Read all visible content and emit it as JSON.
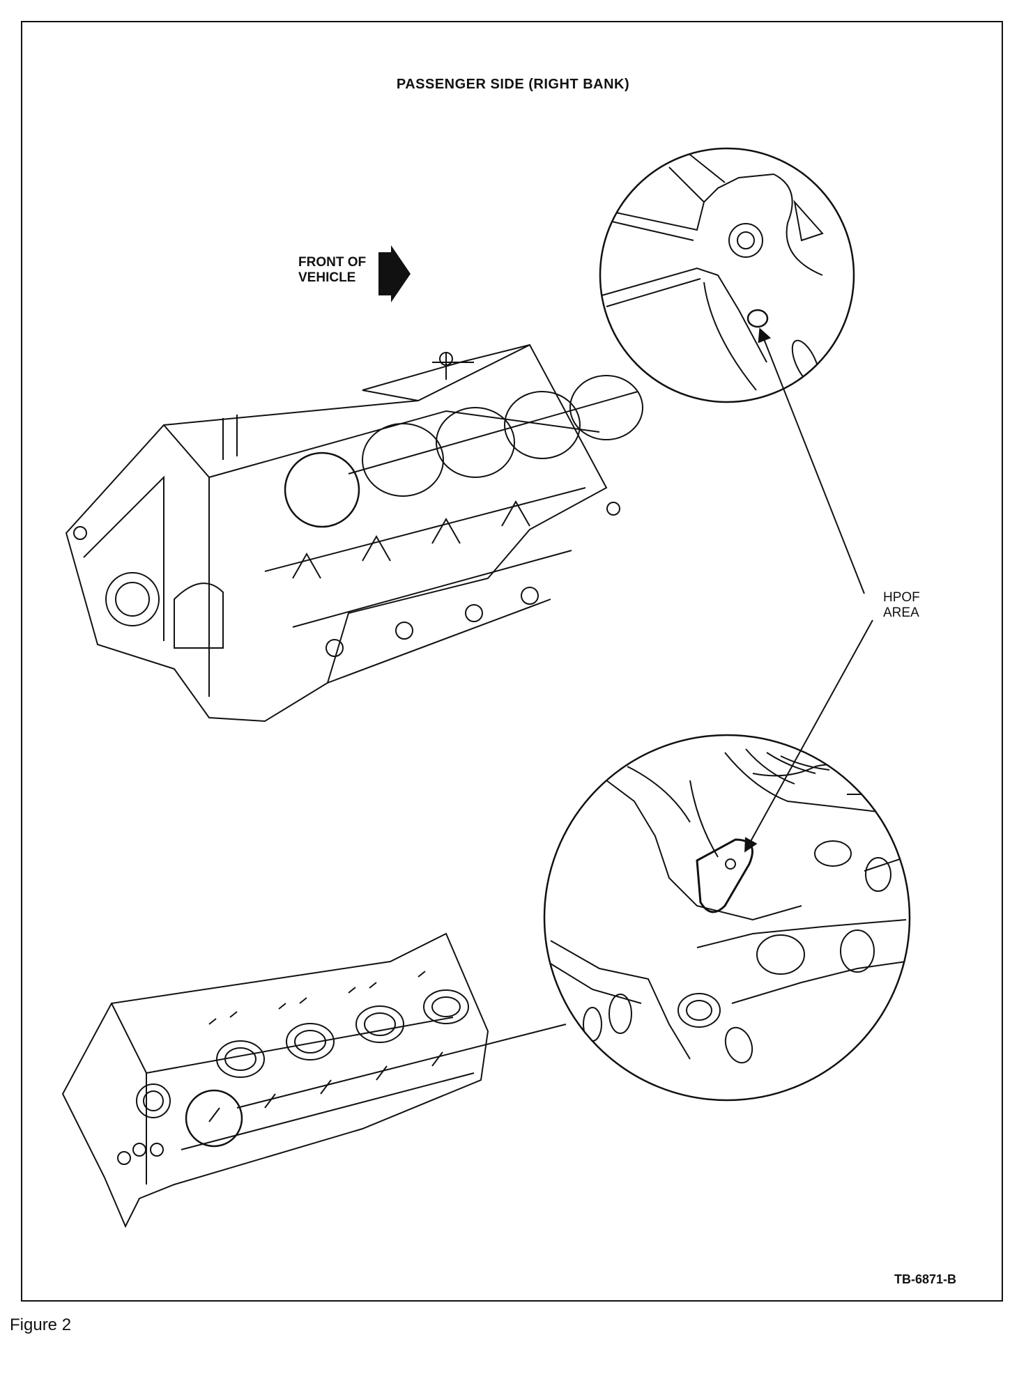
{
  "title": "PASSENGER SIDE (RIGHT BANK)",
  "front_label": {
    "line1": "FRONT OF",
    "line2": "VEHICLE"
  },
  "callout": {
    "line1": "HPOF",
    "line2": "AREA"
  },
  "reference_code": "TB-6871-B",
  "caption": "Figure 2",
  "icons": {
    "direction_arrow": "arrow-right-icon"
  }
}
